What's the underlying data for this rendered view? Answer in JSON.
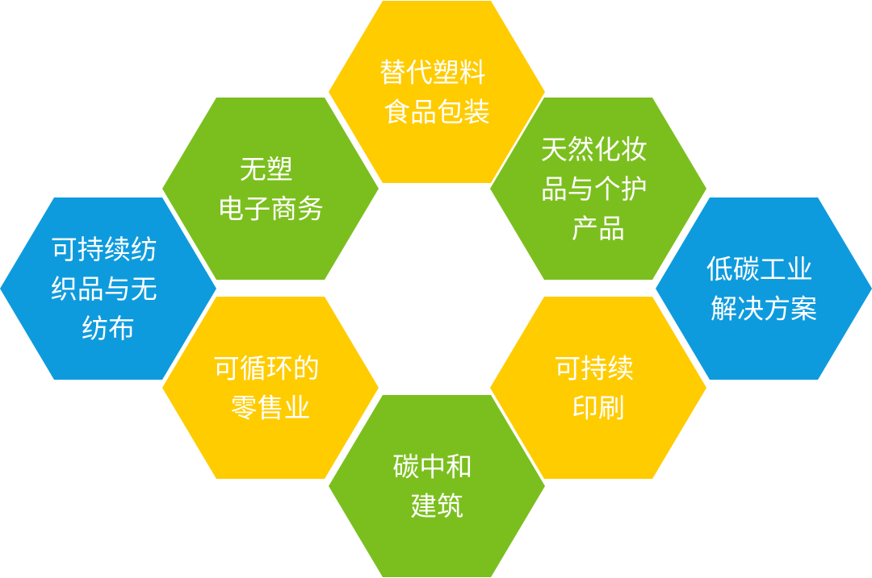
{
  "colors": {
    "yellow": "#FFCC00",
    "green": "#7BBF1E",
    "blue": "#0E9BDD",
    "text": "#FFFFFF",
    "background": "#FFFFFF"
  },
  "hexagons": [
    {
      "id": "plastic-free-food-packaging",
      "color": "yellow",
      "lines": [
        "替代塑料",
        "食品包装"
      ]
    },
    {
      "id": "plastic-free-ecommerce",
      "color": "green",
      "lines": [
        "无塑",
        "电子商务"
      ]
    },
    {
      "id": "natural-cosmetics",
      "color": "green",
      "lines": [
        "天然化妆",
        "品与个护",
        "产品"
      ]
    },
    {
      "id": "sustainable-textiles",
      "color": "blue",
      "lines": [
        "可持续纺",
        "织品与无",
        "纺布"
      ]
    },
    {
      "id": "low-carbon-industry",
      "color": "blue",
      "lines": [
        "低碳工业",
        "解决方案"
      ]
    },
    {
      "id": "circular-retail",
      "color": "yellow",
      "lines": [
        "可循环的",
        "零售业"
      ]
    },
    {
      "id": "sustainable-printing",
      "color": "yellow",
      "lines": [
        "可持续",
        "印刷"
      ]
    },
    {
      "id": "carbon-neutral-building",
      "color": "green",
      "lines": [
        "碳中和",
        "建筑"
      ]
    }
  ]
}
